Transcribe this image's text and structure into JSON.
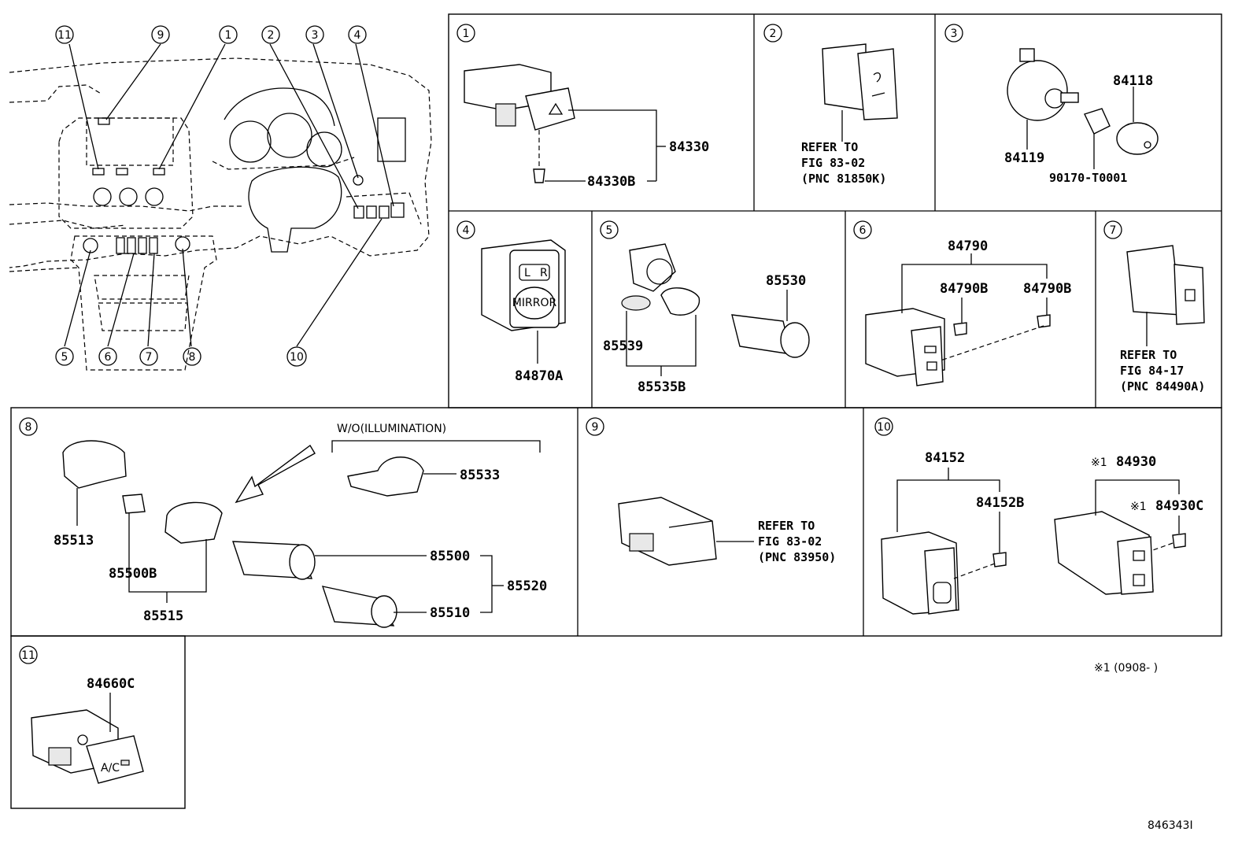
{
  "overview": {
    "callouts": [
      "11",
      "9",
      "1",
      "2",
      "3",
      "4",
      "5",
      "6",
      "7",
      "8",
      "10"
    ]
  },
  "panels": {
    "p1": {
      "index": "1",
      "parts": [
        "84330",
        "84330B"
      ]
    },
    "p2": {
      "index": "2",
      "refer": [
        "REFER TO",
        "FIG 83-02",
        "(PNC 81850K)"
      ]
    },
    "p3": {
      "index": "3",
      "parts": [
        "84118",
        "84119",
        "90170-T0001"
      ]
    },
    "p4": {
      "index": "4",
      "parts": [
        "84870A"
      ],
      "switch_text": "MIRROR"
    },
    "p5": {
      "index": "5",
      "parts": [
        "85530",
        "85539",
        "85535B"
      ]
    },
    "p6": {
      "index": "6",
      "parts": [
        "84790",
        "84790B",
        "84790B"
      ]
    },
    "p7": {
      "index": "7",
      "refer": [
        "REFER TO",
        "FIG 84-17",
        "(PNC 84490A)"
      ]
    },
    "p8": {
      "index": "8",
      "variant_note": "W/O(ILLUMINATION)",
      "parts": [
        "85513",
        "85500B",
        "85515",
        "85533",
        "85510",
        "85500",
        "85520"
      ]
    },
    "p9": {
      "index": "9",
      "refer": [
        "REFER TO",
        "FIG 83-02",
        "(PNC 83950)"
      ]
    },
    "p10": {
      "index": "10",
      "parts": [
        "84152",
        "84152B",
        "84930",
        "84930C"
      ],
      "mark": "※1"
    },
    "p11": {
      "index": "11",
      "parts": [
        "84660C"
      ],
      "switch_text": "A/C"
    }
  },
  "footnote": "※1 (0908-     )",
  "figure_id": "846343I"
}
